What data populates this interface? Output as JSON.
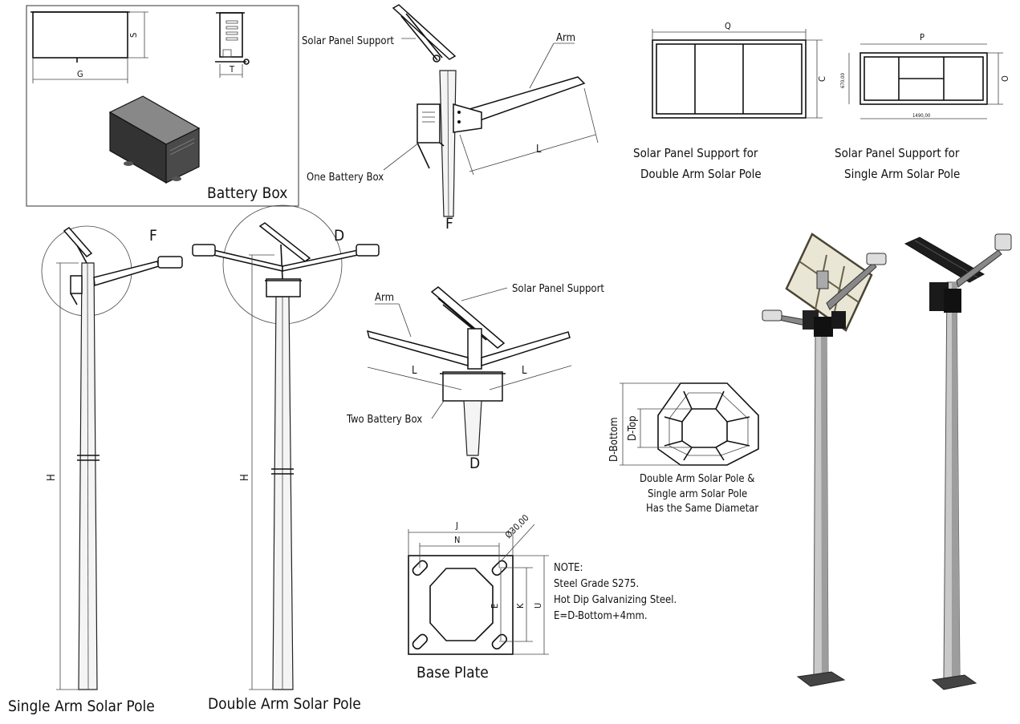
{
  "battery_box": {
    "title": "Battery Box",
    "dim_g": "G",
    "dim_s": "S",
    "dim_t": "T"
  },
  "detail_f": {
    "solar_panel_support": "Solar Panel Support",
    "arm": "Arm",
    "one_battery_box": "One Battery Box",
    "dim_l": "L",
    "letter": "F"
  },
  "support_double": {
    "dim_q": "Q",
    "dim_c": "C",
    "caption_line1": "Solar Panel Support for",
    "caption_line2": "Double Arm Solar Pole"
  },
  "support_single": {
    "dim_p": "P",
    "dim_o": "O",
    "dim_width": "1490,00",
    "dim_height": "670,00",
    "caption_line1": "Solar Panel Support for",
    "caption_line2": "Single Arm Solar Pole"
  },
  "single_pole": {
    "title": "Single Arm Solar Pole",
    "dim_h": "H",
    "callout": "F"
  },
  "double_pole": {
    "title": "Double Arm Solar Pole",
    "dim_h": "H",
    "callout": "D"
  },
  "detail_d": {
    "arm": "Arm",
    "solar_panel_support": "Solar Panel Support",
    "two_battery_box": "Two Battery Box",
    "dim_l_left": "L",
    "dim_l_right": "L",
    "letter": "D"
  },
  "octagon": {
    "d_bottom": "D-Bottom",
    "d_top": "D-Top",
    "note_line1": "Double Arm Solar Pole &",
    "note_line2": "Single arm Solar Pole",
    "note_line3": "Has the Same Diametar"
  },
  "base_plate": {
    "title": "Base Plate",
    "dim_j": "J",
    "dim_n": "N",
    "dim_hole": "Ø30,00",
    "dim_e": "E",
    "dim_k": "K",
    "dim_u": "U"
  },
  "note": {
    "line1": "NOTE:",
    "line2": "Steel Grade S275.",
    "line3": "Hot Dip Galvanizing Steel.",
    "line4": "E=D-Bottom+4mm."
  }
}
